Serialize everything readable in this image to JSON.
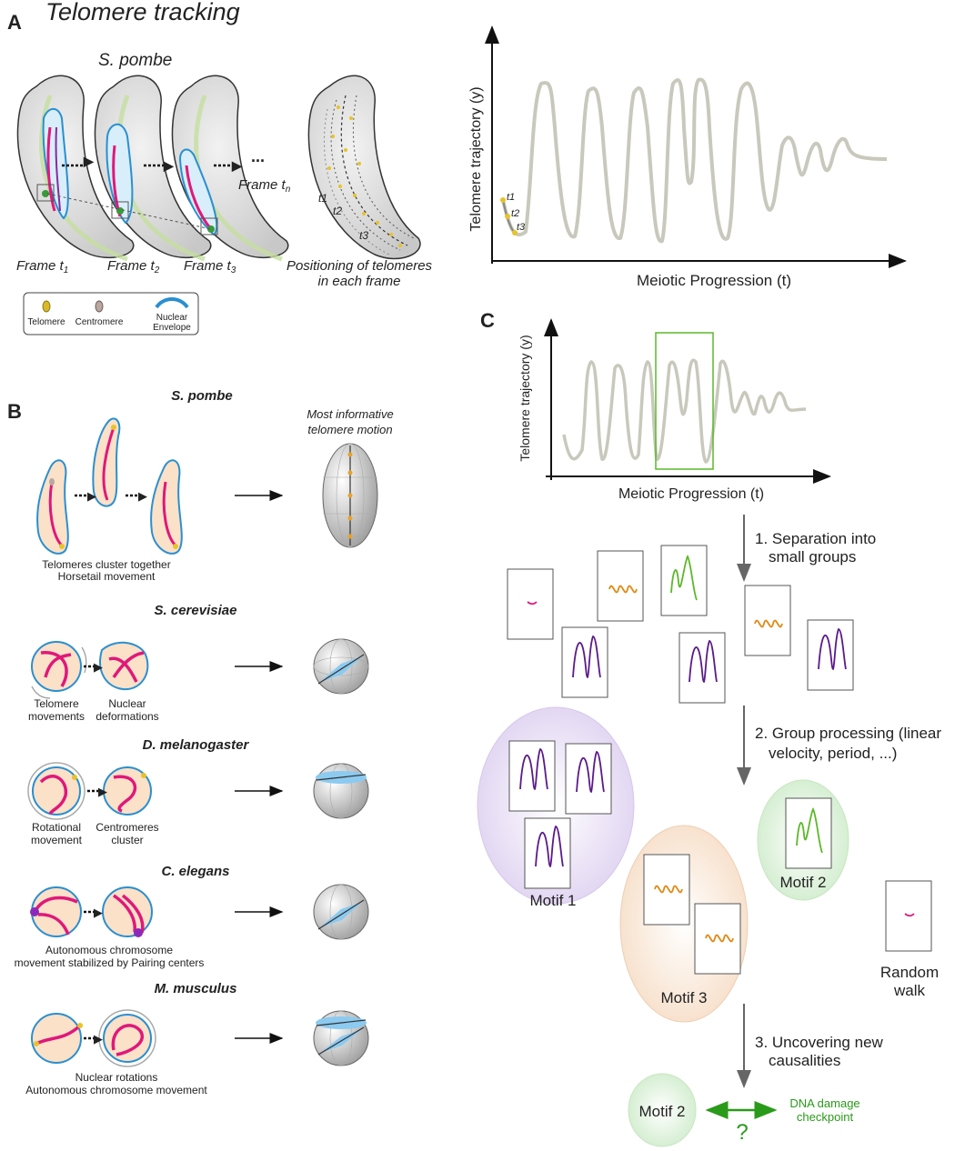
{
  "header": {
    "title": "Telomere tracking"
  },
  "panel_labels": {
    "a": "A",
    "b": "B",
    "c": "C"
  },
  "panel_a": {
    "species": "S. pombe",
    "frames": [
      "Frame t",
      "Frame t",
      "Frame t"
    ],
    "frame_subs": [
      "1",
      "2",
      "3"
    ],
    "frame_n": "Frame t",
    "frame_n_sub": "n",
    "ellipsis": "...",
    "positioning_line1": "Positioning of telomeres",
    "positioning_line2": "in each frame",
    "positions": [
      "t1",
      "t2",
      "t3"
    ],
    "legend": {
      "telomere": "Telomere",
      "centromere": "Centromere",
      "envelope_1": "Nuclear",
      "envelope_2": "Envelope"
    },
    "chart": {
      "ylabel": "Telomere trajectory (y)",
      "xlabel": "Meiotic Progression (t)",
      "points": [
        "t1",
        "t2",
        "t3"
      ]
    }
  },
  "panel_b": {
    "header_1": "Most informative",
    "header_2": "telomere motion",
    "rows": [
      {
        "species": "S. pombe",
        "cap1": "Telomeres cluster together",
        "cap2": "Horsetail movement"
      },
      {
        "species": "S. cerevisiae",
        "capL1": "Telomere",
        "capL2": "movements",
        "capR1": "Nuclear",
        "capR2": "deformations"
      },
      {
        "species": "D. melanogaster",
        "capL1": "Rotational",
        "capL2": "movement",
        "capR1": "Centromeres",
        "capR2": "cluster"
      },
      {
        "species": "C. elegans",
        "cap1": "Autonomous chromosome",
        "cap2": "movement stabilized by Pairing centers"
      },
      {
        "species": "M. musculus",
        "cap1": "Nuclear rotations",
        "cap2": "Autonomous chromosome movement"
      }
    ]
  },
  "panel_c": {
    "chart": {
      "ylabel": "Telomere trajectory (y)",
      "xlabel": "Meiotic Progression (t)"
    },
    "step1_1": "1. Separation into",
    "step1_2": "small groups",
    "step2_1": "2. Group processing (linear",
    "step2_2": "velocity, period, ...)",
    "motif1": "Motif 1",
    "motif2": "Motif 2",
    "motif3": "Motif 3",
    "random_1": "Random",
    "random_2": "walk",
    "step3_1": "3. Uncovering new",
    "step3_2": "causalities",
    "final_motif": "Motif 2",
    "dna_1": "DNA damage",
    "dna_2": "checkpoint",
    "question": "?"
  },
  "colors": {
    "purple": "#5b1a8a",
    "orange": "#e08a16",
    "green": "#5cb82a",
    "pink": "#e0187a",
    "trace": "#c8c8bc",
    "dark_green": "#2a9a1a"
  }
}
